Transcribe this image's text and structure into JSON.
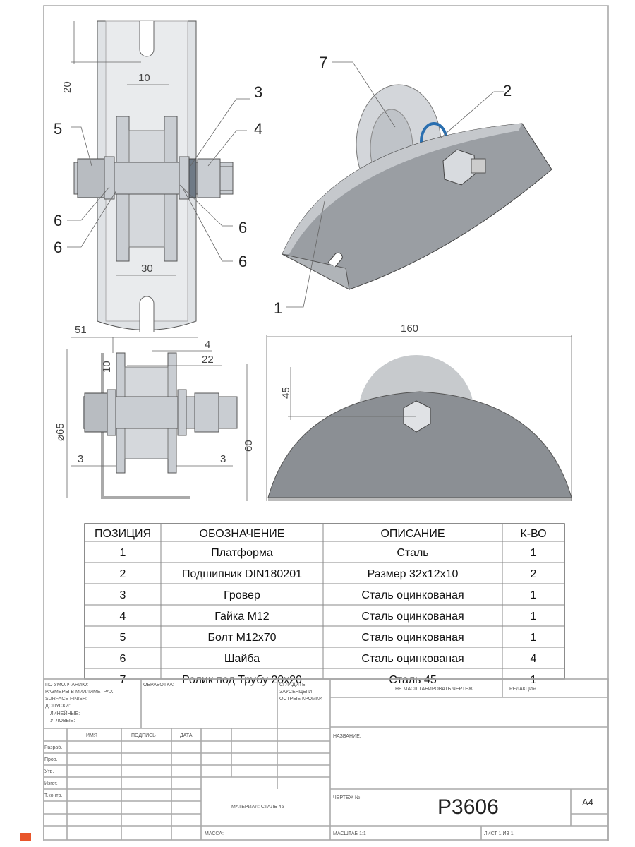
{
  "drawing": {
    "callouts": [
      "1",
      "2",
      "3",
      "4",
      "5",
      "6",
      "7"
    ],
    "front_dims": {
      "top_gap": "20",
      "slot": "10",
      "roller_width": "30",
      "overall": "51"
    },
    "side_dims": {
      "d4": "4",
      "d22": "22",
      "d10": "10",
      "diameter": "⌀65",
      "height": "60",
      "left": "3",
      "right": "3"
    },
    "profile_dims": {
      "length": "160",
      "axle_height": "45"
    }
  },
  "parts_table": {
    "headers": [
      "ПОЗИЦИЯ",
      "ОБОЗНАЧЕНИЕ",
      "ОПИСАНИЕ",
      "К-ВО"
    ],
    "rows": [
      [
        "1",
        "Платформа",
        "Сталь",
        "1"
      ],
      [
        "2",
        "Подшипник DIN180201",
        "Размер 32x12x10",
        "2"
      ],
      [
        "3",
        "Гровер",
        "Сталь оцинкованая",
        "1"
      ],
      [
        "4",
        "Гайка М12",
        "Сталь оцинкованая",
        "1"
      ],
      [
        "5",
        "Болт М12x70",
        "Сталь оцинкованая",
        "1"
      ],
      [
        "6",
        "Шайба",
        "Сталь оцинкованая",
        "4"
      ],
      [
        "7",
        "Ролик под Трубу 20x20",
        "Сталь 45",
        "1"
      ]
    ]
  },
  "title_block": {
    "defaults": [
      "ПО УМОЛЧАНИЮ:",
      "РАЗМЕРЫ В МИЛЛИМЕТРАХ",
      "SURFACE FINISH:",
      "ДОПУСКИ:",
      "ЛИНЕЙНЫЕ:",
      "УГЛОВЫЕ:"
    ],
    "finish": "ОБРАБОТКА:",
    "deburr": [
      "СГЛАДИТЬ",
      "ЗАУСЕНЦЫ И",
      "ОСТРЫЕ КРОМКИ"
    ],
    "no_scale": "НЕ МАСШТАБИРОВАТЬ ЧЕРТЕЖ",
    "revision": "РЕДАКЦИЯ",
    "col_headers": [
      "ИМЯ",
      "ПОДПИСЬ",
      "ДАТА"
    ],
    "roles": [
      "Разраб.",
      "Пров.",
      "Утв.",
      "Изгот.",
      "Т.контр."
    ],
    "name_label": "НАЗВАНИЕ:",
    "material": "МАТЕРИАЛ: СТАЛЬ 45",
    "drawing_no_label": "ЧЕРТЕЖ №:",
    "drawing_no": "P3606",
    "size": "A4",
    "mass": "МАССА:",
    "scale": "МАСШТАБ 1:1",
    "sheet": "ЛИСТ 1 ИЗ 1"
  }
}
